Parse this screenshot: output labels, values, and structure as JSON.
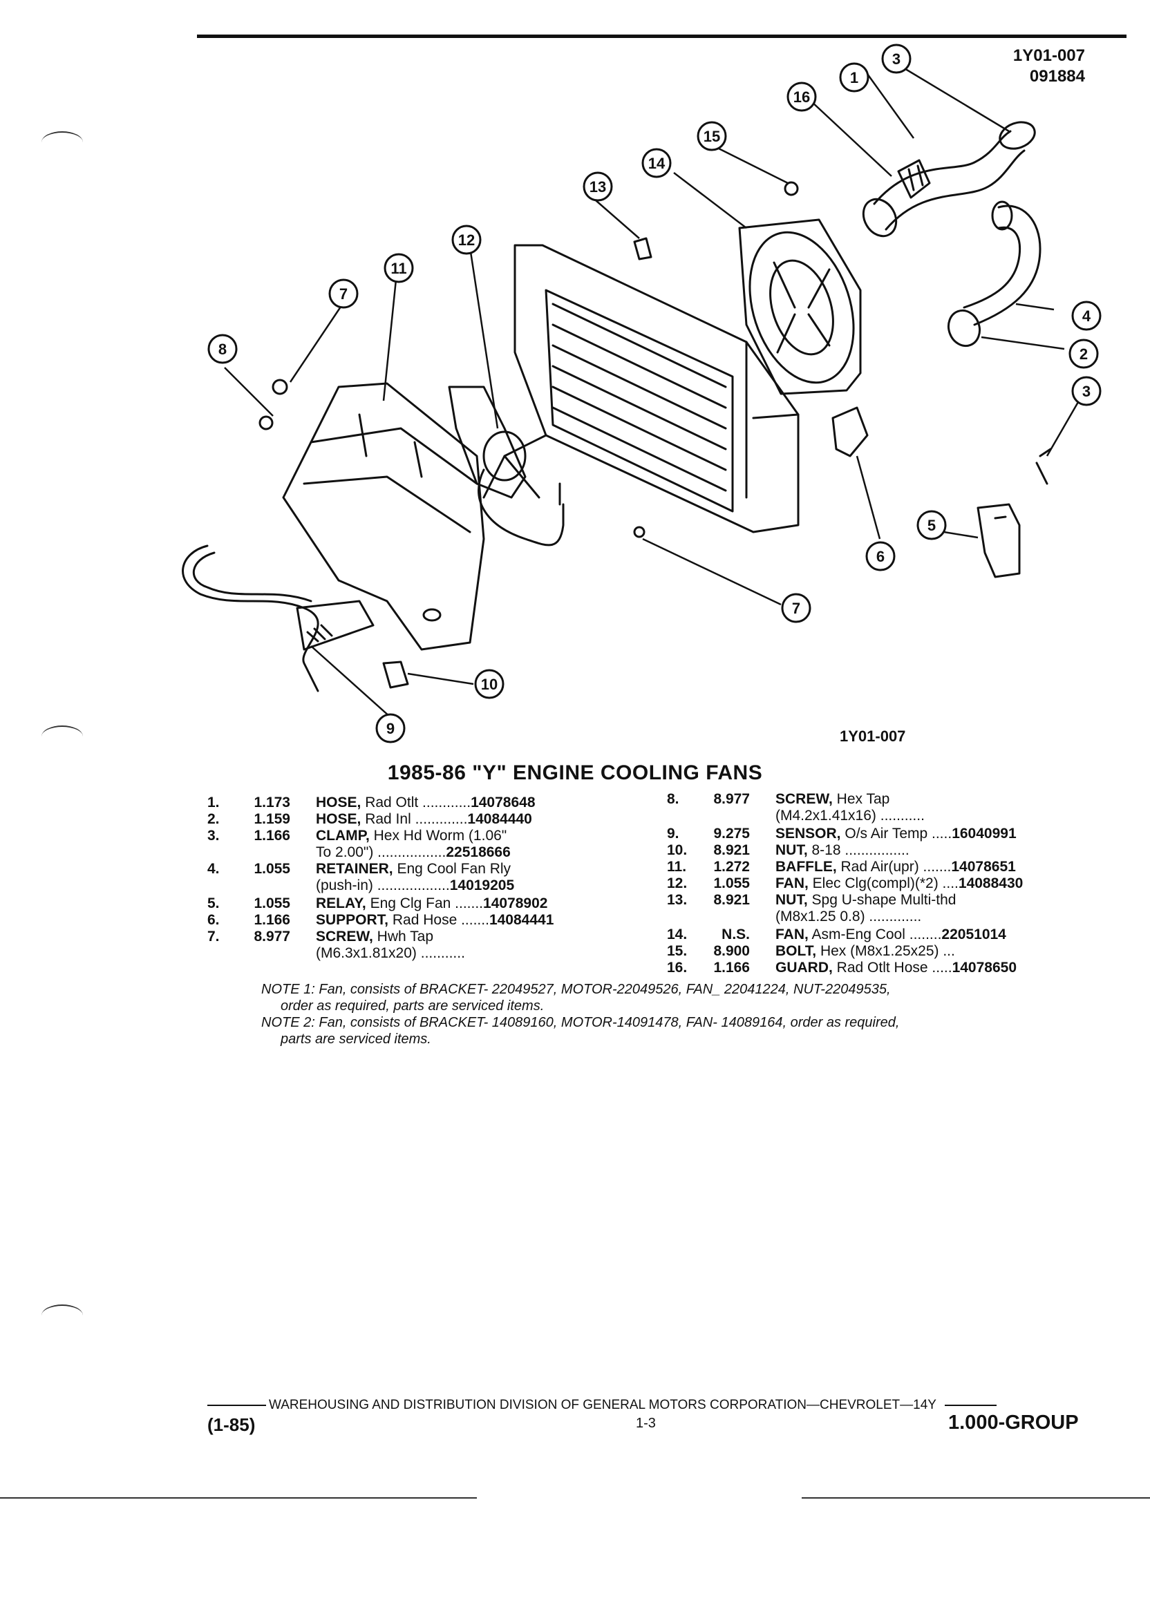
{
  "header": {
    "code": "1Y01-007",
    "date_code": "091884"
  },
  "diagram": {
    "figure_id": "1Y01-007",
    "callouts": [
      "1",
      "2",
      "3",
      "3",
      "4",
      "5",
      "6",
      "7",
      "7",
      "8",
      "9",
      "10",
      "11",
      "12",
      "13",
      "14",
      "15",
      "16"
    ]
  },
  "title": "1985-86 \"Y\" ENGINE COOLING FANS",
  "parts_left": [
    {
      "num": "1.",
      "group": "1.173",
      "name": "HOSE,",
      "detail": " Rad Otlt ............",
      "pn": "14078648"
    },
    {
      "num": "2.",
      "group": "1.159",
      "name": "HOSE,",
      "detail": " Rad Inl .............",
      "pn": "14084440"
    },
    {
      "num": "3.",
      "group": "1.166",
      "name": "CLAMP,",
      "detail": " Hex Hd Worm (1.06\"",
      "pn": ""
    },
    {
      "num": "",
      "group": "",
      "name": "",
      "detail": "To 2.00\") .................",
      "pn": "22518666"
    },
    {
      "num": "4.",
      "group": "1.055",
      "name": "RETAINER,",
      "detail": " Eng Cool Fan Rly",
      "pn": ""
    },
    {
      "num": "",
      "group": "",
      "name": "",
      "detail": "(push-in) ..................",
      "pn": "14019205"
    },
    {
      "num": "5.",
      "group": "1.055",
      "name": "RELAY,",
      "detail": " Eng Clg Fan .......",
      "pn": "14078902"
    },
    {
      "num": "6.",
      "group": "1.166",
      "name": "SUPPORT,",
      "detail": " Rad Hose .......",
      "pn": "14084441"
    },
    {
      "num": "7.",
      "group": "8.977",
      "name": "SCREW,",
      "detail": " Hwh Tap",
      "pn": ""
    },
    {
      "num": "",
      "group": "",
      "name": "",
      "detail": "(M6.3x1.81x20) ...........",
      "pn": ""
    }
  ],
  "parts_right": [
    {
      "num": "8.",
      "group": "8.977",
      "name": "SCREW,",
      "detail": " Hex Tap",
      "pn": ""
    },
    {
      "num": "",
      "group": "",
      "name": "",
      "detail": "(M4.2x1.41x16) ...........",
      "pn": ""
    },
    {
      "num": "9.",
      "group": "9.275",
      "name": "SENSOR,",
      "detail": " O/s Air Temp .....",
      "pn": "16040991"
    },
    {
      "num": "10.",
      "group": "8.921",
      "name": "NUT,",
      "detail": " 8-18 ................",
      "pn": ""
    },
    {
      "num": "11.",
      "group": "1.272",
      "name": "BAFFLE,",
      "detail": " Rad Air(upr) .......",
      "pn": "14078651"
    },
    {
      "num": "12.",
      "group": "1.055",
      "name": "FAN,",
      "detail": " Elec Clg(compl)(*2) ....",
      "pn": "14088430"
    },
    {
      "num": "13.",
      "group": "8.921",
      "name": "NUT,",
      "detail": " Spg U-shape Multi-thd",
      "pn": ""
    },
    {
      "num": "",
      "group": "",
      "name": "",
      "detail": "(M8x1.25 0.8) .............",
      "pn": ""
    },
    {
      "num": "14.",
      "group": "N.S.",
      "name": "FAN,",
      "detail": " Asm-Eng Cool ........",
      "pn": "22051014"
    },
    {
      "num": "15.",
      "group": "8.900",
      "name": "BOLT,",
      "detail": " Hex (M8x1.25x25) ...",
      "pn": ""
    },
    {
      "num": "16.",
      "group": "1.166",
      "name": "GUARD,",
      "detail": " Rad Otlt Hose .....",
      "pn": "14078650"
    }
  ],
  "notes": [
    {
      "line1": "NOTE 1: Fan, consists of BRACKET- 22049527, MOTOR-22049526, FAN_ 22041224, NUT-22049535,",
      "line2": "order as required, parts are serviced items."
    },
    {
      "line1": "NOTE 2: Fan, consists of BRACKET- 14089160, MOTOR-14091478, FAN- 14089164, order as required,",
      "line2": "parts are serviced items."
    }
  ],
  "footer": {
    "division": "WAREHOUSING AND DISTRIBUTION DIVISION OF GENERAL MOTORS CORPORATION—CHEVROLET—14Y",
    "date": "(1-85)",
    "page": "1-3",
    "group": "1.000-GROUP"
  }
}
